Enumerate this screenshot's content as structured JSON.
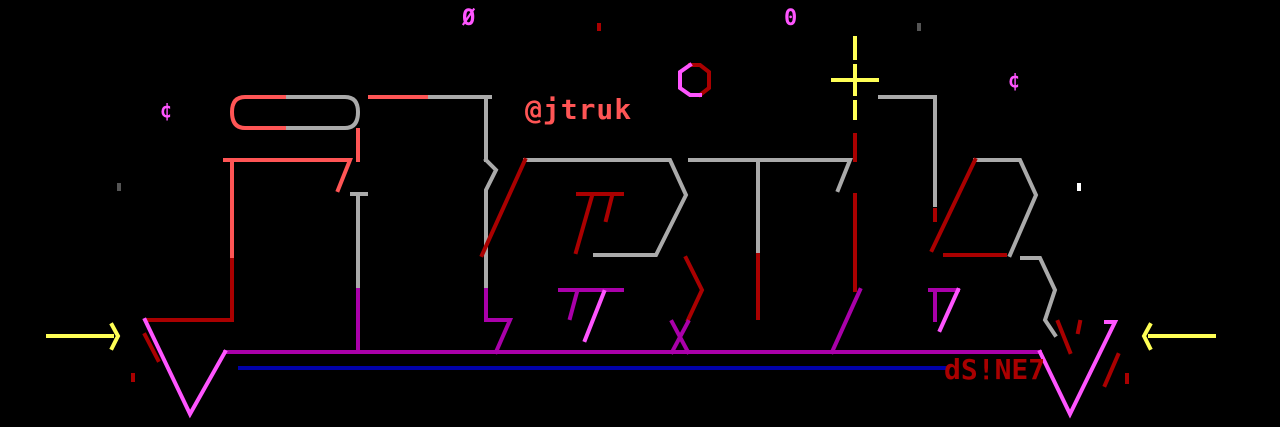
{
  "logo": {
    "name": "jtruk",
    "handle": "@jtruk",
    "signature": "dS!NE7",
    "glyphs": [
      "Ø",
      "0",
      "¢",
      "¢"
    ]
  },
  "colors": {
    "background": "#000000",
    "salmon": "#ff5555",
    "gray": "#aaaaaa",
    "dark_red": "#aa0000",
    "magenta": "#aa00aa",
    "pink": "#ff55ff",
    "yellow": "#ffff55",
    "blue": "#0000aa"
  }
}
